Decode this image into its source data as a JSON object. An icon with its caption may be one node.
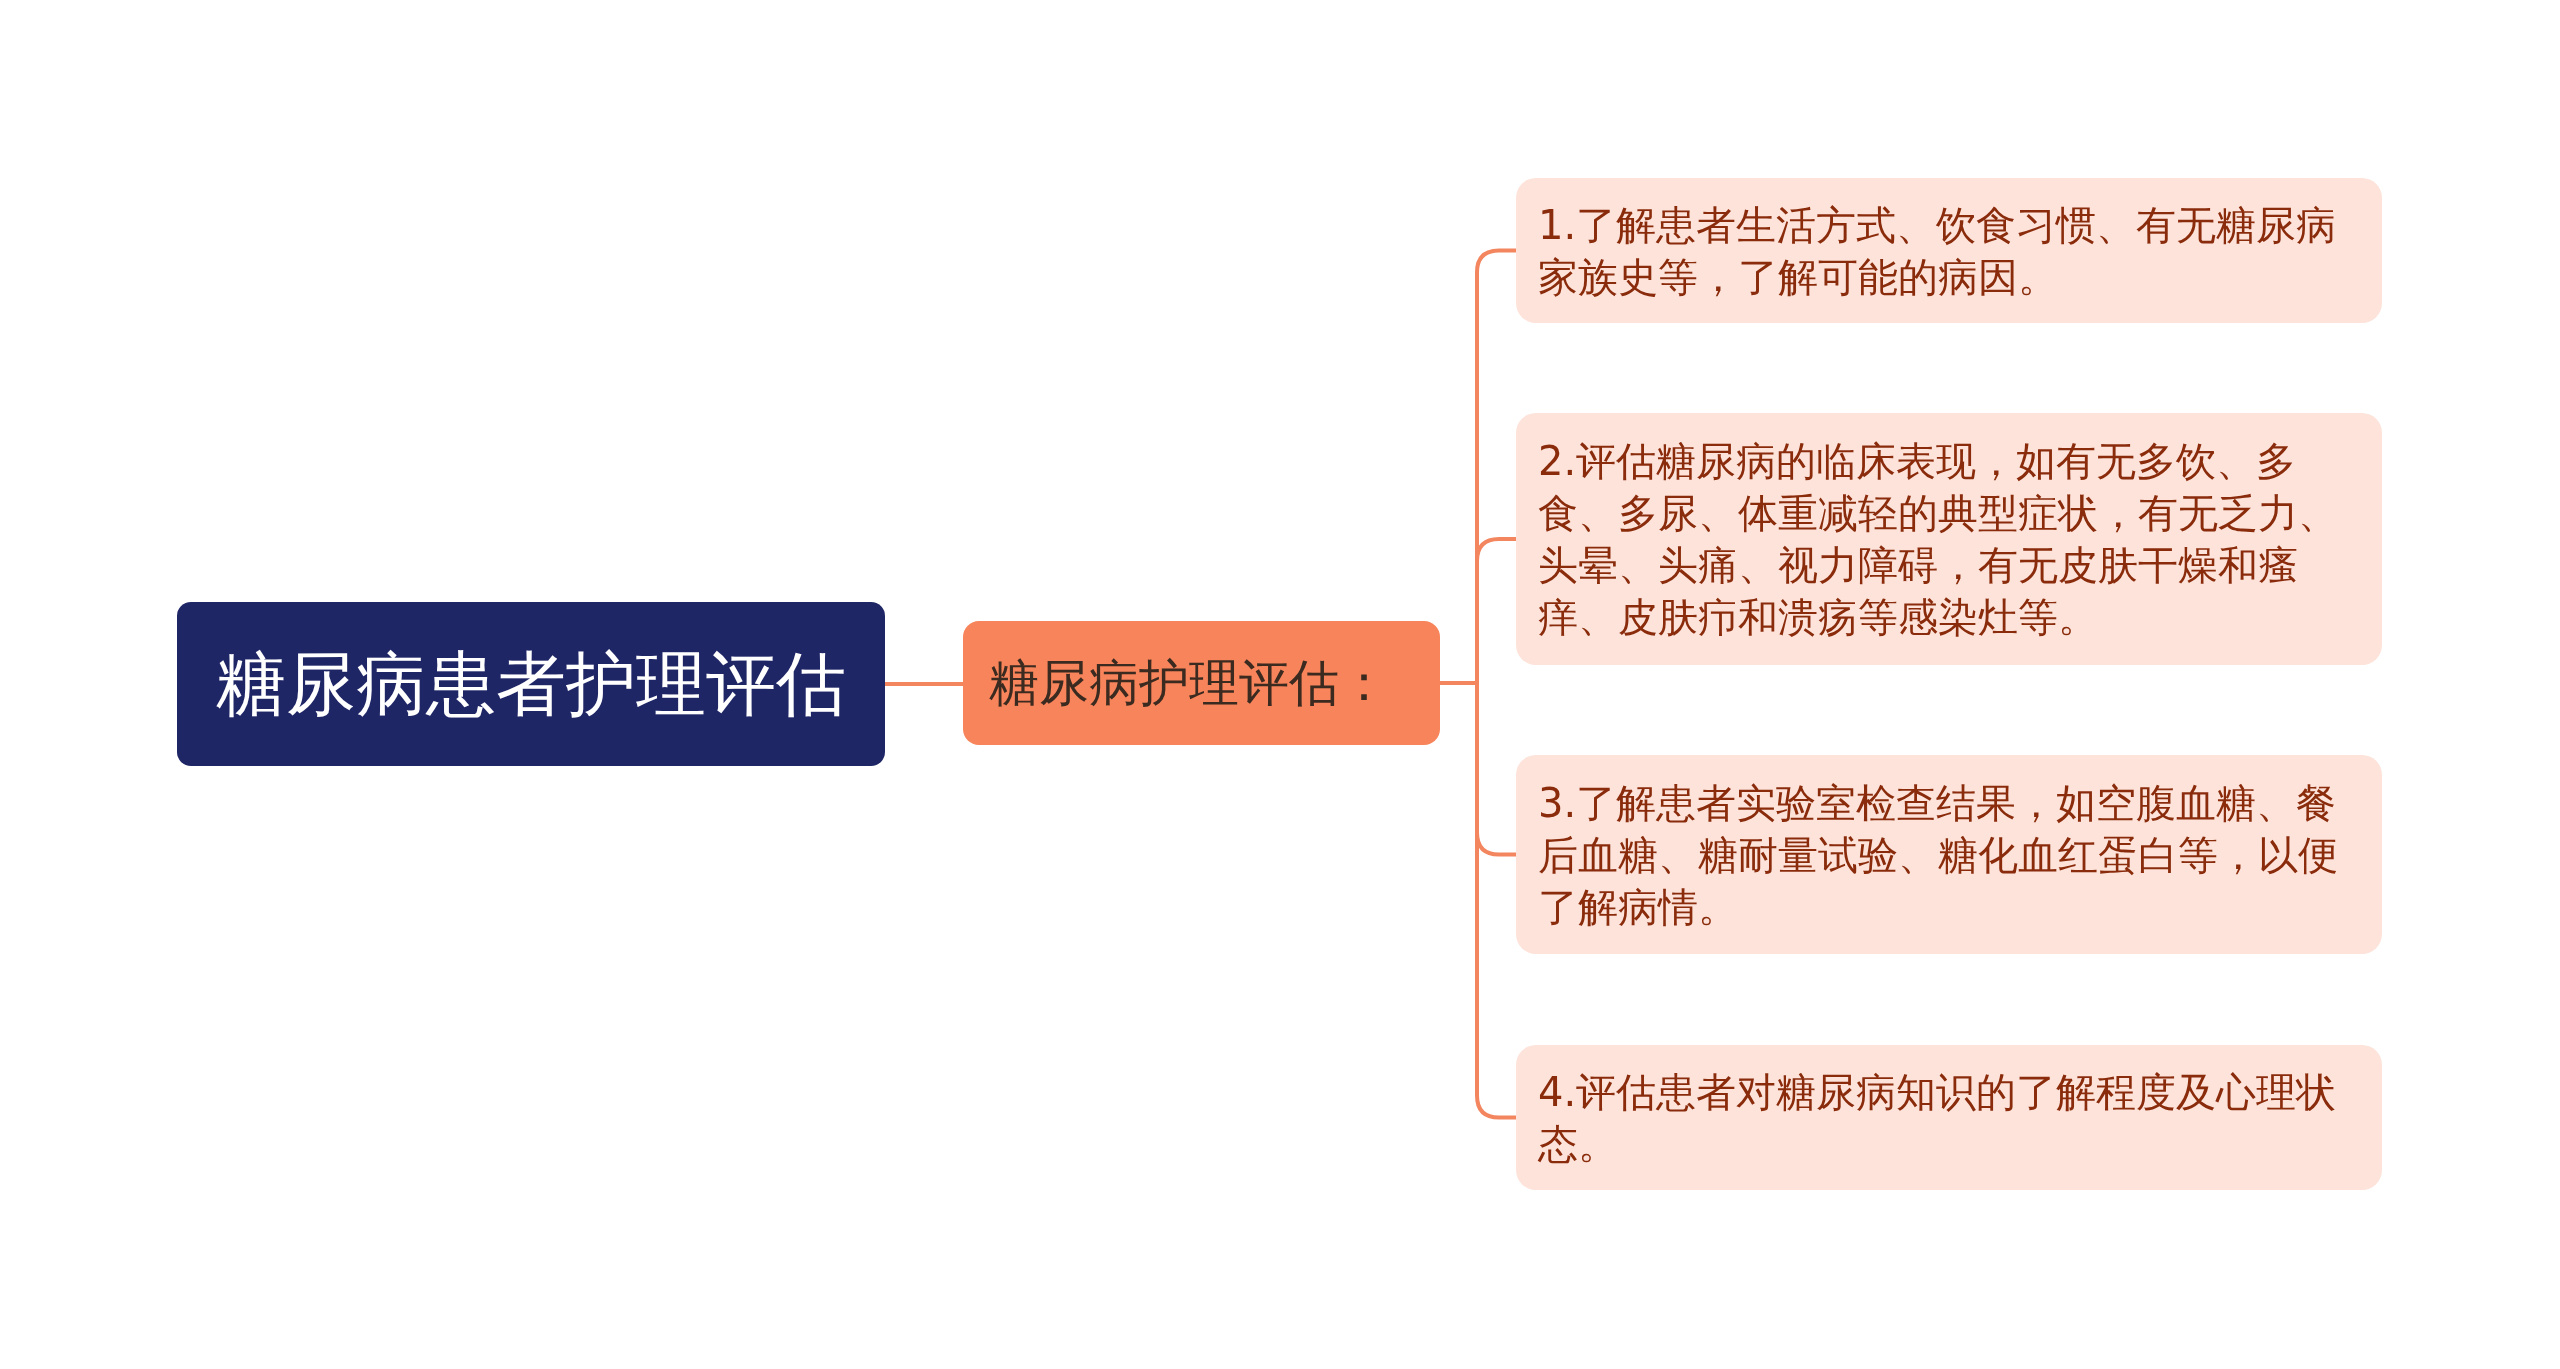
{
  "diagram": {
    "nodes": [
      {
        "text": [
          "糖尿病患者护理评估"
        ]
      },
      {
        "text": [
          "糖尿病护理评估："
        ]
      },
      {
        "text": [
          "1.了解患者生活方式、饮食习惯、有无糖尿病家族史等，了解可能的病因。"
        ]
      },
      {
        "text": [
          "2.评估糖尿病的临床表现，如有无多饮、多食、多尿、体重减轻的典型症状，有无乏力、头晕、头痛、视力障碍，有无皮肤干燥和瘙痒、皮肤疖和溃疡等感染灶等。"
        ]
      },
      {
        "text": [
          "3.了解患者实验室检查结果，如空腹血糖、餐后血糖、糖耐量试验、糖化血红蛋白等，以便了解病情。"
        ]
      },
      {
        "text": [
          "4.评估患者对糖尿病知识的了解程度及心理状态。"
        ]
      }
    ],
    "edges": [
      {
        "from": 0,
        "to": 1,
        "arrow": "none"
      },
      {
        "from": 1,
        "to": 2,
        "arrow": "none"
      },
      {
        "from": 1,
        "to": 3,
        "arrow": "none"
      },
      {
        "from": 1,
        "to": 4,
        "arrow": "none"
      },
      {
        "from": 1,
        "to": 5,
        "arrow": "none"
      }
    ]
  }
}
